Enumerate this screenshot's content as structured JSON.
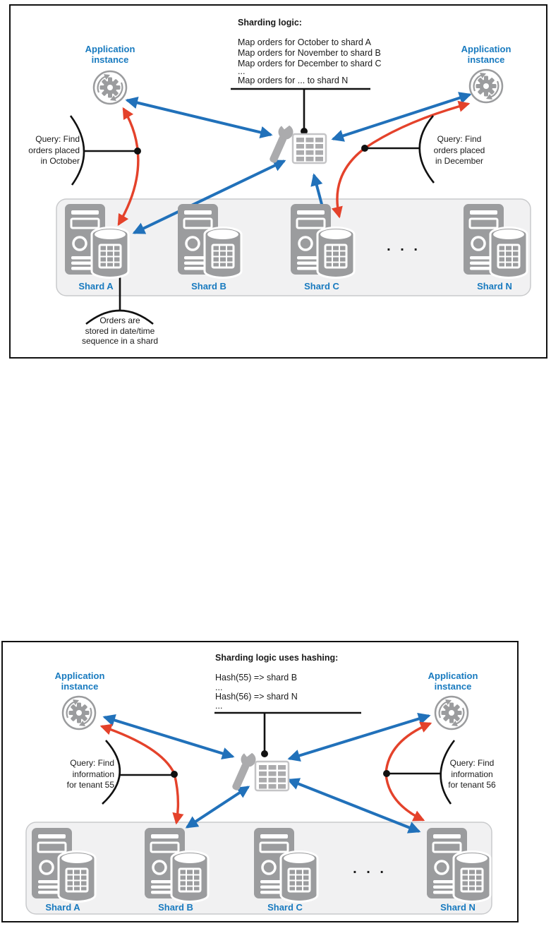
{
  "colors": {
    "arrow_blue": "#2171BA",
    "arrow_red": "#E4422B",
    "label_blue": "#187ABF",
    "icon_gray": "#9B9C9E",
    "container_fill": "#F1F1F2",
    "container_border": "#C9CACC",
    "line_black": "#111111"
  },
  "diagram1": {
    "logic": {
      "title": "Sharding logic:",
      "lines": [
        "Map orders for October to shard A",
        "Map orders for November to shard B",
        "Map orders for December to shard C",
        "...",
        "Map orders for ... to shard N"
      ]
    },
    "app_left": {
      "line1": "Application",
      "line2": "instance"
    },
    "app_right": {
      "line1": "Application",
      "line2": "instance"
    },
    "query_left": {
      "line1": "Query: Find",
      "line2": "orders placed",
      "line3": "in October"
    },
    "query_right": {
      "line1": "Query: Find",
      "line2": "orders placed",
      "line3": "in December"
    },
    "shards": {
      "a": "Shard A",
      "b": "Shard B",
      "c": "Shard C",
      "n": "Shard N"
    },
    "ellipsis": ". . .",
    "note": {
      "line1": "Orders are",
      "line2": "stored in date/time",
      "line3": "sequence in a shard"
    }
  },
  "diagram2": {
    "logic": {
      "title": "Sharding logic uses hashing:",
      "lines": [
        "Hash(55) => shard B",
        "...",
        "Hash(56) => shard N",
        "..."
      ]
    },
    "app_left": {
      "line1": "Application",
      "line2": "instance"
    },
    "app_right": {
      "line1": "Application",
      "line2": "instance"
    },
    "query_left": {
      "line1": "Query: Find",
      "line2": "information",
      "line3": "for tenant 55"
    },
    "query_right": {
      "line1": "Query: Find",
      "line2": "information",
      "line3": "for tenant 56"
    },
    "shards": {
      "a": "Shard A",
      "b": "Shard B",
      "c": "Shard C",
      "n": "Shard N"
    },
    "ellipsis": ". . ."
  }
}
